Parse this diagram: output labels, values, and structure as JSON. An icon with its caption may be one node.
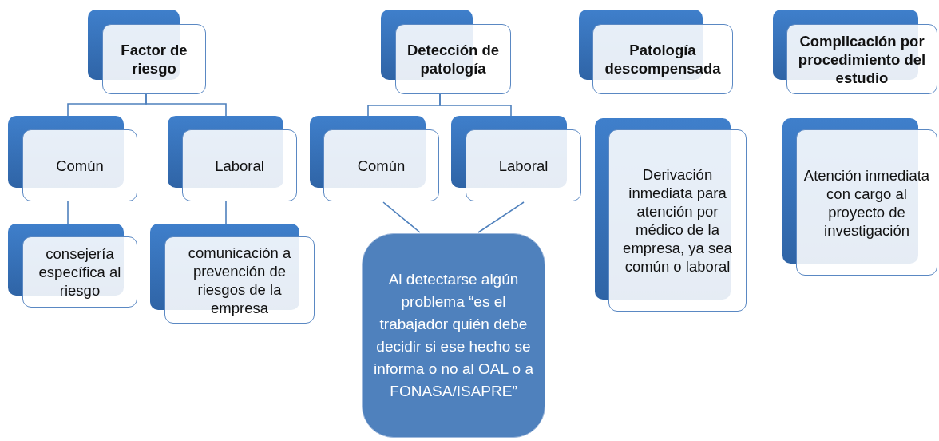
{
  "diagram": {
    "nodes": [
      {
        "text": [
          "Factor de riesgo"
        ]
      },
      {
        "text": [
          "Común"
        ]
      },
      {
        "text": [
          "Laboral"
        ]
      },
      {
        "text": [
          "consejería específica al riesgo"
        ]
      },
      {
        "text": [
          "comunicación a prevención de riesgos de la empresa"
        ]
      },
      {
        "text": [
          "Detección de patología"
        ]
      },
      {
        "text": [
          "Común"
        ]
      },
      {
        "text": [
          "Laboral"
        ]
      },
      {
        "text": [
          "Al detectarse algún problema “es el trabajador quién debe decidir si ese hecho se informa o no al OAL o a FONASA/ISAPRE”"
        ]
      },
      {
        "text": [
          "Patología descompensada"
        ]
      },
      {
        "text": [
          "Derivación inmediata para atención por médico de la empresa, ya sea común o laboral"
        ]
      },
      {
        "text": [
          "Complicación por procedimiento del estudio"
        ]
      },
      {
        "text": [
          "Atención inmediata con cargo al proyecto de investigación"
        ]
      }
    ],
    "edges": [
      {
        "from": 0,
        "to": 1,
        "arrow": "none"
      },
      {
        "from": 0,
        "to": 2,
        "arrow": "none"
      },
      {
        "from": 1,
        "to": 3,
        "arrow": "none"
      },
      {
        "from": 2,
        "to": 4,
        "arrow": "none"
      },
      {
        "from": 5,
        "to": 6,
        "arrow": "none"
      },
      {
        "from": 5,
        "to": 7,
        "arrow": "none"
      },
      {
        "from": 6,
        "to": 8,
        "arrow": "none"
      },
      {
        "from": 7,
        "to": 8,
        "arrow": "none"
      }
    ]
  }
}
